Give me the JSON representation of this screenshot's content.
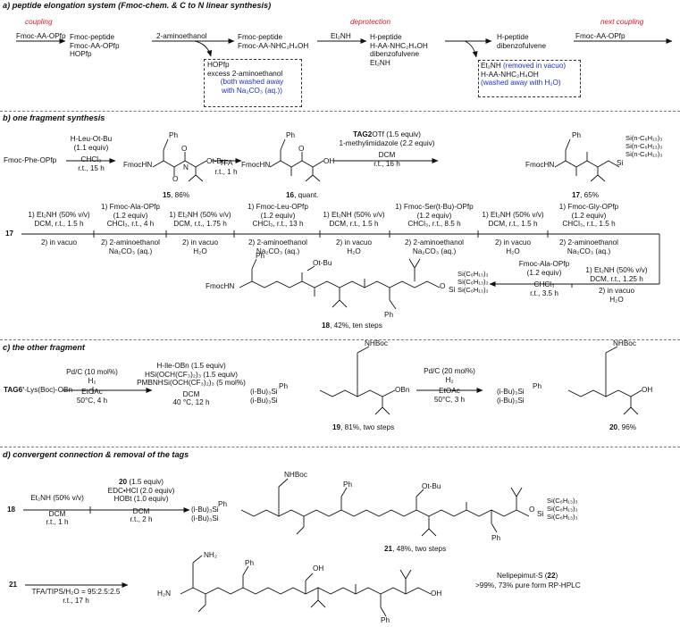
{
  "sections": {
    "a": "a) peptide elongation system (Fmoc-chem. & C to N linear synthesis)",
    "b": "b) one fragment synthesis",
    "c": "c) the other fragment",
    "d": "d) convergent connection & removal of the tags"
  },
  "a": {
    "coupling": "coupling",
    "deprotection": "deprotection",
    "next_coupling": "next coupling",
    "reagent_start": "Fmoc-AA-OPfp",
    "mix1": [
      "Fmoc-peptide",
      "Fmoc-AA-OPfp",
      "HOPfp"
    ],
    "aminoethanol": "2-aminoethanol",
    "mix2": [
      "Fmoc-peptide",
      "Fmoc-AA-NHC₂H₄OH"
    ],
    "et2nh": "Et₂NH",
    "mix3": [
      "H-peptide",
      "H-AA-NHC₂H₄OH",
      "dibenzofulvene",
      "Et₂NH"
    ],
    "mix4": [
      "H-peptide",
      "dibenzofulvene"
    ],
    "next_reagent": "Fmoc-AA-OPfp",
    "box1": [
      "HOPfp",
      "excess 2-aminoethanol"
    ],
    "box1_blue": [
      "(both washed away",
      "with Na₂CO₃ (aq.))"
    ],
    "box2_a": "Et₂NH",
    "box2_a_blue": "(removed in vacuo)",
    "box2_b": "H-AA-NHC₂H₄OH",
    "box2_blue": "(washed away with H₂O)"
  },
  "b": {
    "start": "Fmoc-Phe-OPfp",
    "step1": [
      "H-Leu-Ot-Bu",
      "(1.1 equiv)",
      "CHCl₃",
      "r.t., 15 h"
    ],
    "c15": {
      "num": "15",
      "rest": ", 86%"
    },
    "step2": [
      "TFA",
      "r.t., 1 h"
    ],
    "c16": {
      "num": "16",
      "rest": ", quant."
    },
    "step3": {
      "tag": "TAG2",
      "line1": "OTf (1.5 equiv)",
      "line2": "1-methylimidazole (2.2 equiv)",
      "line3": "DCM",
      "line4": "r.t., 16 h"
    },
    "c17": {
      "num": "17",
      "rest": ", 65%"
    },
    "start_label": "17",
    "iter_top": [
      [
        "1) Et₂NH (50% v/v)",
        "DCM, r.t., 1.5 h"
      ],
      [
        "1) Fmoc-Ala-OPfp",
        "(1.2 equiv)",
        "CHCl₃, r.t., 4 h"
      ],
      [
        "1) Et₂NH (50% v/v)",
        "DCM, r.t., 1.75 h"
      ],
      [
        "1) Fmoc-Leu-OPfp",
        "(1.2 equiv)",
        "CHCl₃, r.t., 13 h"
      ],
      [
        "1) Et₂NH (50% v/v)",
        "DCM, r.t., 1.5 h"
      ],
      [
        "1) Fmoc-Ser(t-Bu)-OPfp",
        "(1.2 equiv)",
        "CHCl₃, r.t., 8.5 h"
      ],
      [
        "1) Et₂NH (50% v/v)",
        "DCM, r.t., 1.5 h"
      ],
      [
        "1) Fmoc-Gly-OPfp",
        "(1.2 equiv)",
        "CHCl₃, r.t., 1.5 h"
      ]
    ],
    "iter_bottom": [
      [
        "2) in vacuo"
      ],
      [
        "2) 2-aminoethanol",
        "Na₂CO₃ (aq.)"
      ],
      [
        "2) in vacuo",
        "H₂O"
      ],
      [
        "2) 2-aminoethanol",
        "Na₂CO₃ (aq.)"
      ],
      [
        "2) in vacuo",
        "H₂O"
      ],
      [
        "2) 2-aminoethanol",
        "Na₂CO₃ (aq.)"
      ],
      [
        "2) in vacuo",
        "H₂O"
      ],
      [
        "2) 2-aminoethanol",
        "Na₂CO₃ (aq.)"
      ]
    ],
    "last_a": [
      "Fmoc-Ala-OPfp",
      "(1.2 equiv)",
      "CHCl₃",
      "r.t., 3.5 h"
    ],
    "last_b": [
      "1) Et₂NH (50% v/v)",
      "DCM, r.t., 1.25 h",
      "2) in vacuo",
      "H₂O"
    ],
    "c18": {
      "num": "18",
      "rest": ", 42%, ten steps"
    }
  },
  "c": {
    "start": {
      "tag": "TAG6'",
      "rest": "-Lys(Boc)-OBn"
    },
    "step1": [
      "Pd/C (10 mol%)",
      "H₂",
      "EtOAc",
      "50°C, 4 h"
    ],
    "step2": [
      "H-Ile-OBn (1.5 equiv)",
      "HSi(OCH(CF₃)₂)₃ (1.5 equiv)",
      "PMBNHSi(OCH(CF₃)₂)₃ (5 mol%)",
      "DCM",
      "40 °C, 12 h"
    ],
    "c19": {
      "num": "19",
      "rest": ", 81%, two steps"
    },
    "step3": [
      "Pd/C (20 mol%)",
      "H₂",
      "EtOAc",
      "50°C, 3 h"
    ],
    "c20": {
      "num": "20",
      "rest": ", 96%"
    }
  },
  "d": {
    "start": "18",
    "step1": [
      "Et₂NH (50% v/v)",
      "DCM",
      "r.t., 1 h"
    ],
    "step2": {
      "num": "20",
      "line1": " (1.5 equiv)",
      "line2": "EDC•HCl (2.0 equiv)",
      "line3": "HOBt (1.0 equiv)",
      "line4": "DCM",
      "line5": "r.t., 2 h"
    },
    "c21": {
      "num": "21",
      "rest": ", 48%, two steps"
    },
    "start2": "21",
    "step3": [
      "TFA/TIPS/H₂O = 95:2.5:2.5",
      "r.t., 17 h"
    ],
    "product": {
      "name": "Nelipepimut-S (",
      "num": "22",
      "close": ")"
    },
    "purity": ">99%, 73% pure form RP-HPLC"
  },
  "labels": {
    "ph": "Ph",
    "nhboc": "NHBoc",
    "nh2": "NH₂",
    "fmochn": "FmocHN",
    "h2n": "H₂N",
    "otbu": "Ot-Bu",
    "oh": "OH",
    "obn": "OBn",
    "o": "O",
    "n": "N",
    "h": "H",
    "si": "Si",
    "sihex": "Si(C₆H₁₃)₃",
    "sinhex": "Si(n-C₆H₁₃)₃",
    "ibu3si": "(i-Bu)₃Si"
  }
}
